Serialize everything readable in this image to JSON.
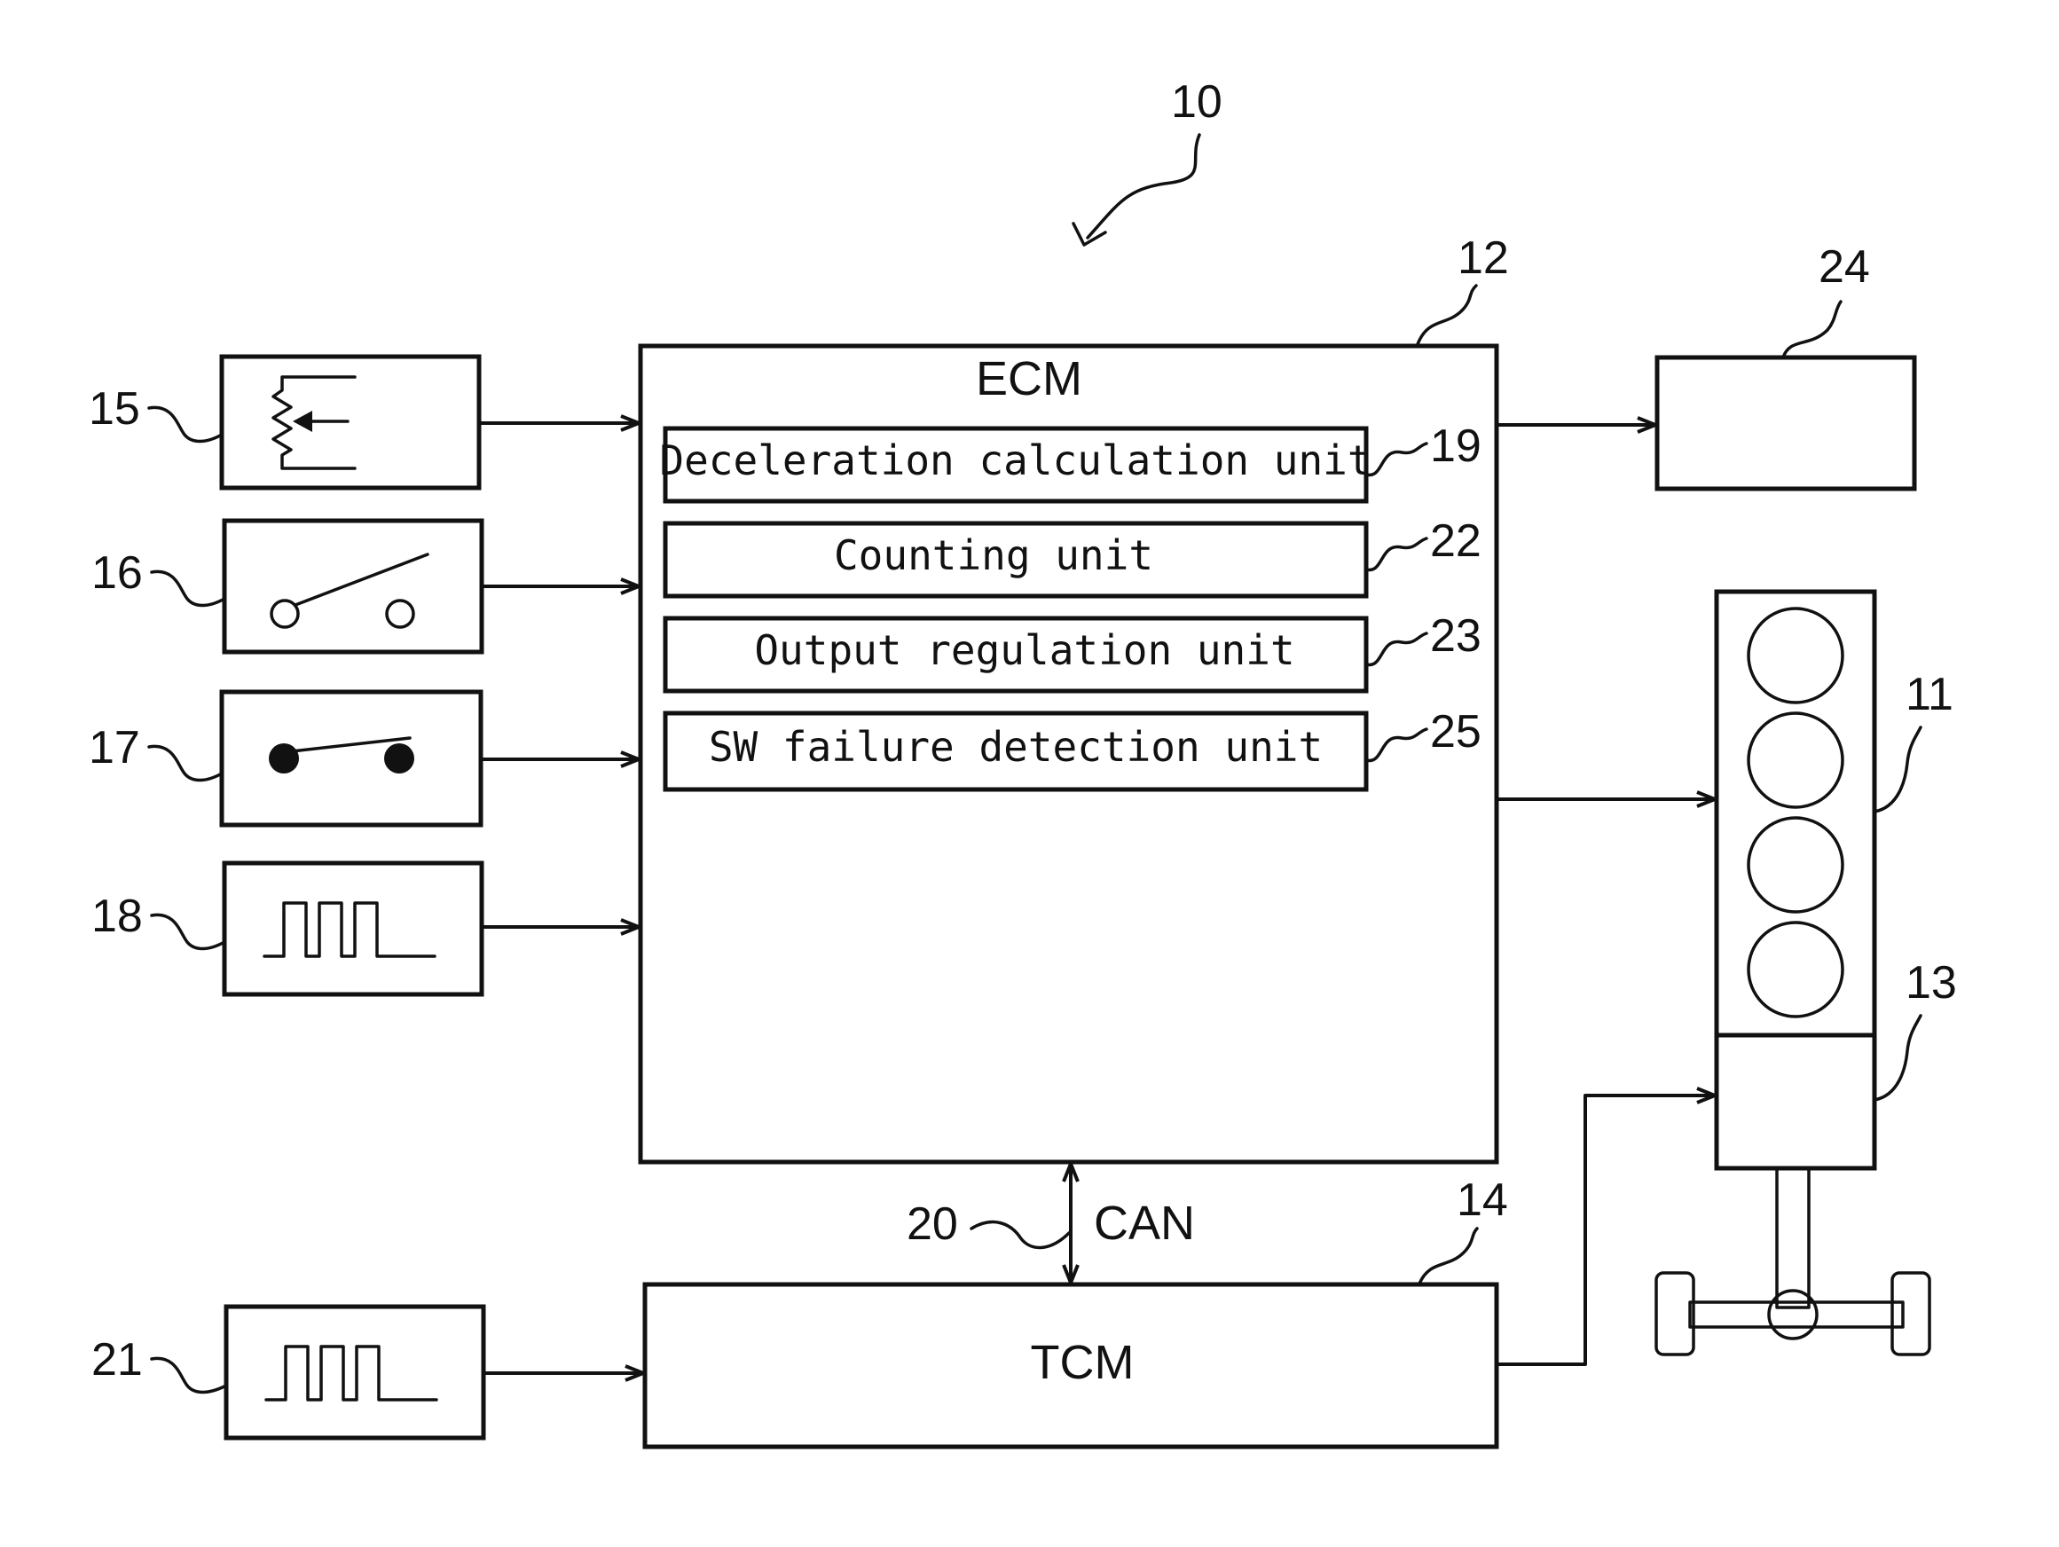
{
  "diagram": {
    "system_ref": "10",
    "ecm": {
      "ref": "12",
      "label": "ECM"
    },
    "units": [
      {
        "ref": "19",
        "label": "Deceleration calculation unit"
      },
      {
        "ref": "22",
        "label": "Counting unit"
      },
      {
        "ref": "23",
        "label": "Output regulation unit"
      },
      {
        "ref": "25",
        "label": "SW failure detection unit"
      }
    ],
    "inputs": [
      {
        "ref": "15",
        "icon": "potentiometer-icon"
      },
      {
        "ref": "16",
        "icon": "open-switch-icon"
      },
      {
        "ref": "17",
        "icon": "closed-switch-icon"
      },
      {
        "ref": "18",
        "icon": "pulse-signal-icon"
      },
      {
        "ref": "21",
        "icon": "pulse-signal-icon"
      }
    ],
    "output_box_ref": "24",
    "engine_ref": "11",
    "transmission_ref": "13",
    "tcm": {
      "ref": "14",
      "label": "TCM"
    },
    "bus": {
      "ref": "20",
      "label": "CAN"
    }
  }
}
